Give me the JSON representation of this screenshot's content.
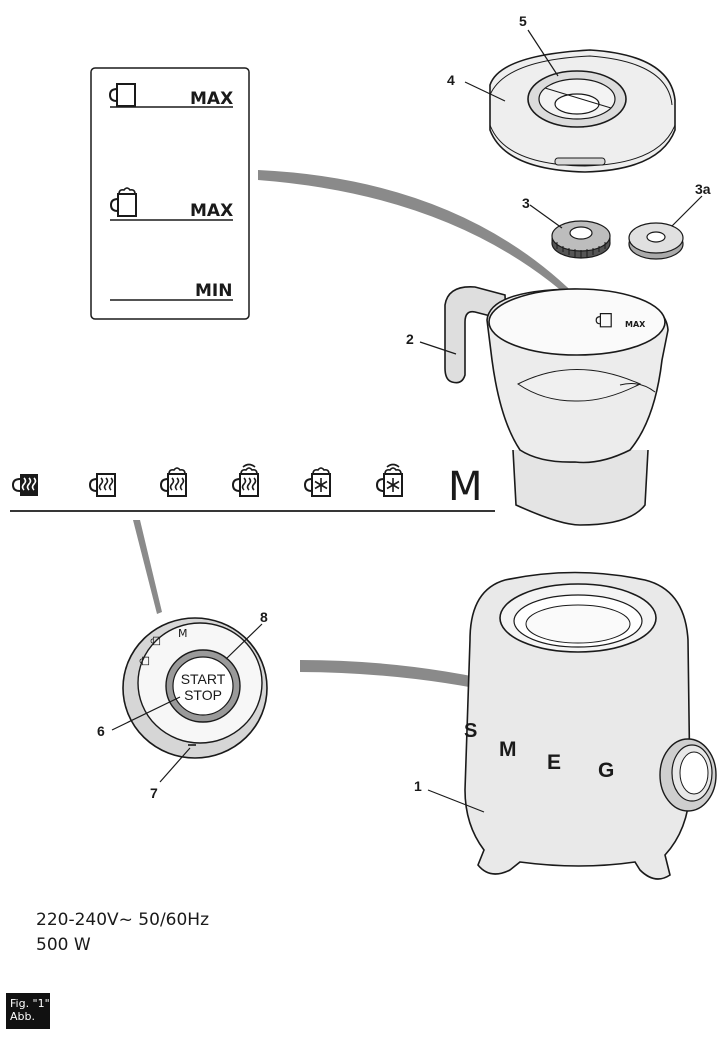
{
  "level_panel": {
    "max_label_1": "MAX",
    "max_label_2": "MAX",
    "min_label": "MIN"
  },
  "jug_marking": "MAX",
  "mode_bar": {
    "manual_label": "M",
    "icons": [
      "hot-milk-selected-icon",
      "hot-milk-icon",
      "hot-light-froth-icon",
      "hot-dense-froth-icon",
      "cold-light-froth-icon",
      "cold-dense-froth-icon"
    ]
  },
  "dial": {
    "button_line1": "START",
    "button_line2": "STOP",
    "mark": "M"
  },
  "brand_letters": [
    "S",
    "M",
    "E",
    "G"
  ],
  "callouts": {
    "c1": "1",
    "c2": "2",
    "c3": "3",
    "c3a": "3a",
    "c4": "4",
    "c5": "5",
    "c6": "6",
    "c7": "7",
    "c8": "8"
  },
  "specs": {
    "voltage": "220-240V~ 50/60Hz",
    "power": "500 W"
  },
  "figure": {
    "line1": "Fig. \"1\"",
    "line2": "Abb."
  }
}
